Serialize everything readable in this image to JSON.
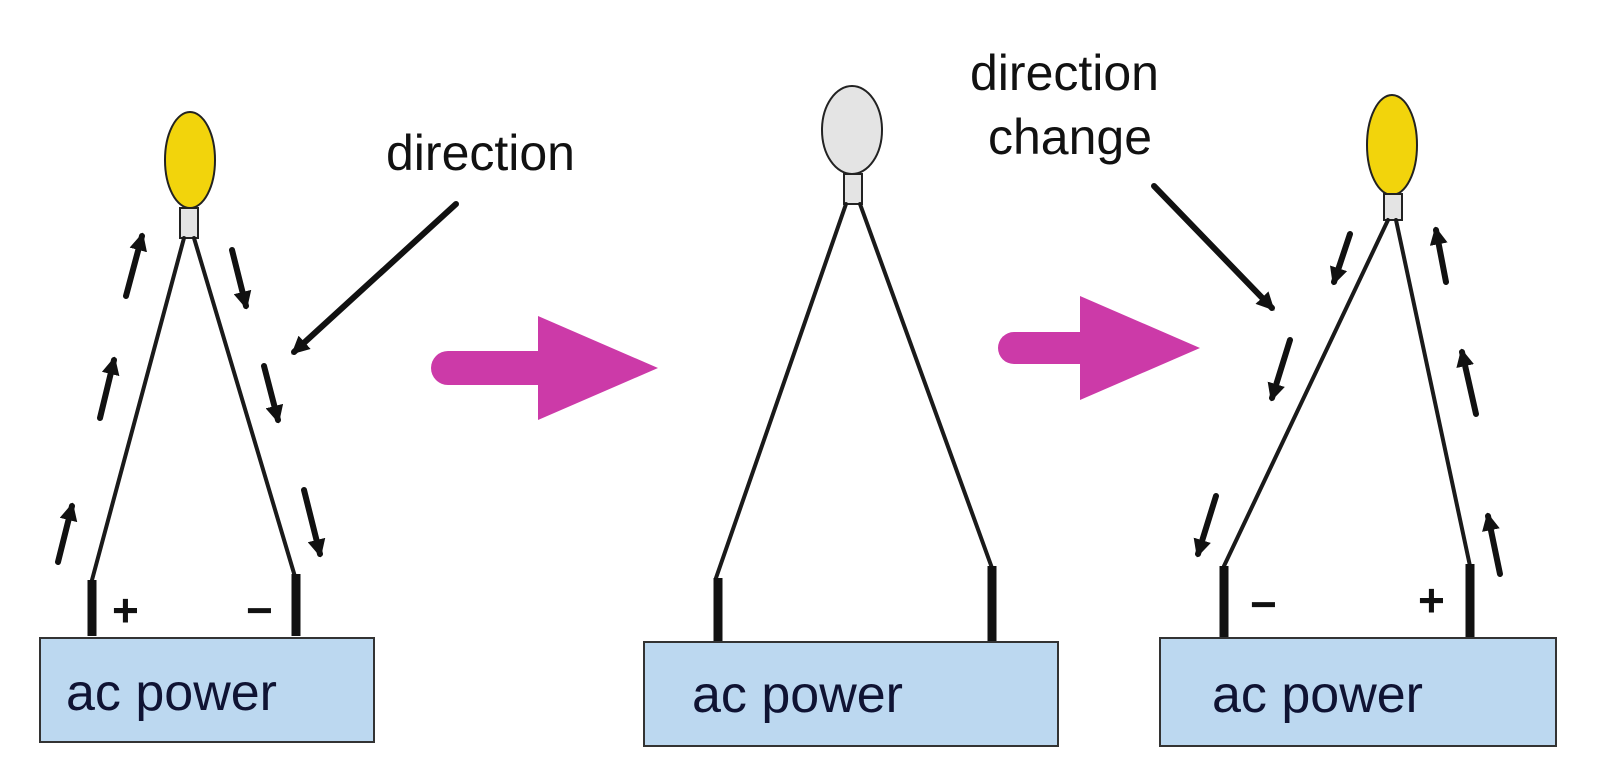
{
  "panels": [
    {
      "bulb_state": "lit",
      "bulb_color": "#f2d40c",
      "left_sign": "+",
      "right_sign": "−",
      "power_label": "ac power"
    },
    {
      "bulb_state": "off",
      "bulb_color": "#e4e4e4",
      "power_label": "ac power"
    },
    {
      "bulb_state": "lit",
      "bulb_color": "#f2d40c",
      "left_sign": "−",
      "right_sign": "+",
      "power_label": "ac power"
    }
  ],
  "labels": {
    "direction": "direction",
    "direction_change_line1": "direction",
    "direction_change_line2": "change"
  },
  "colors": {
    "transition_arrow": "#cc3aa8",
    "power_box": "#bcd8f0"
  },
  "icons": {
    "transition": "right-arrow-icon",
    "current_flow": "flow-arrow-icon"
  }
}
